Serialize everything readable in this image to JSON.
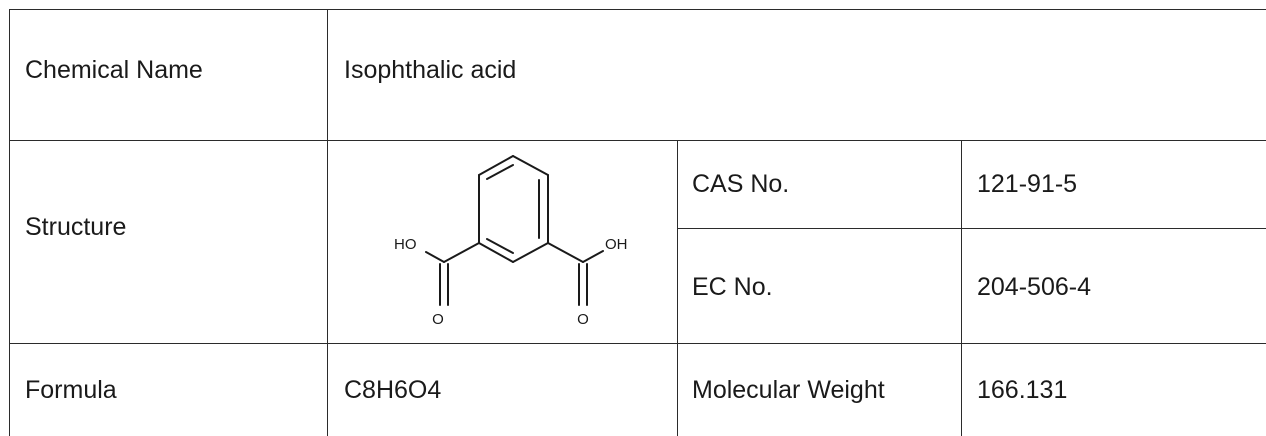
{
  "table": {
    "rows": [
      {
        "label": "Chemical Name",
        "value": "Isophthalic acid"
      },
      {
        "label": "Structure"
      },
      {
        "label": "Formula",
        "value": "C8H6O4"
      }
    ],
    "cas": {
      "label": "CAS No.",
      "value": "121-91-5"
    },
    "ec": {
      "label": "EC No.",
      "value": "204-506-4"
    },
    "mw": {
      "label": "Molecular Weight",
      "value": "166.131"
    }
  },
  "structure": {
    "atoms": {
      "ho_left": "HO",
      "oh_right": "OH",
      "o_left": "O",
      "o_right": "O"
    }
  }
}
